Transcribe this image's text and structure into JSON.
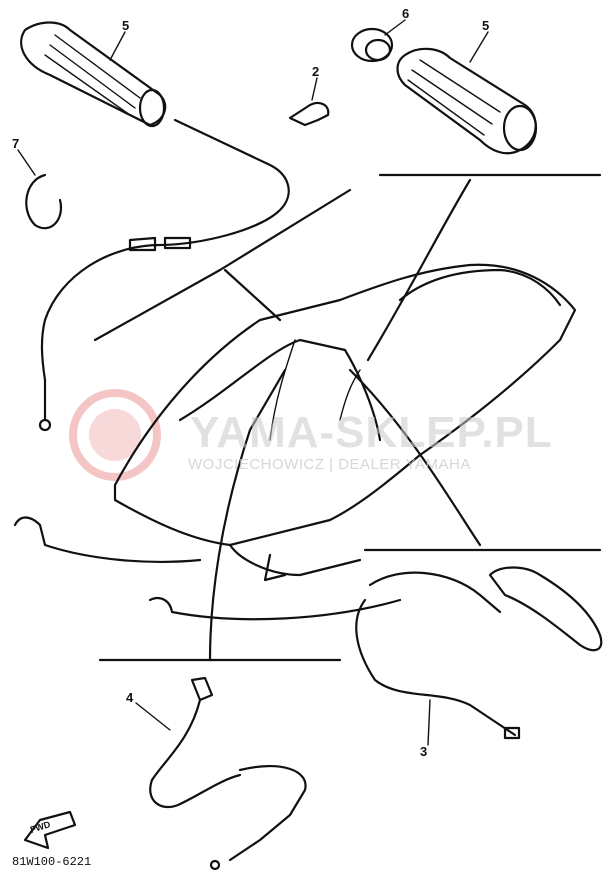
{
  "watermark": {
    "title": "YAMA-SKLEP.PL",
    "subtitle": "WOJCIECHOWICZ | DEALER YAMAHA"
  },
  "labels": {
    "p2": "2",
    "p3": "3",
    "p4": "4",
    "p5_left": "5",
    "p5_right": "5",
    "p6": "6",
    "p7": "7"
  },
  "fwd_label": "FWD",
  "doc_code": "81W100-6221"
}
